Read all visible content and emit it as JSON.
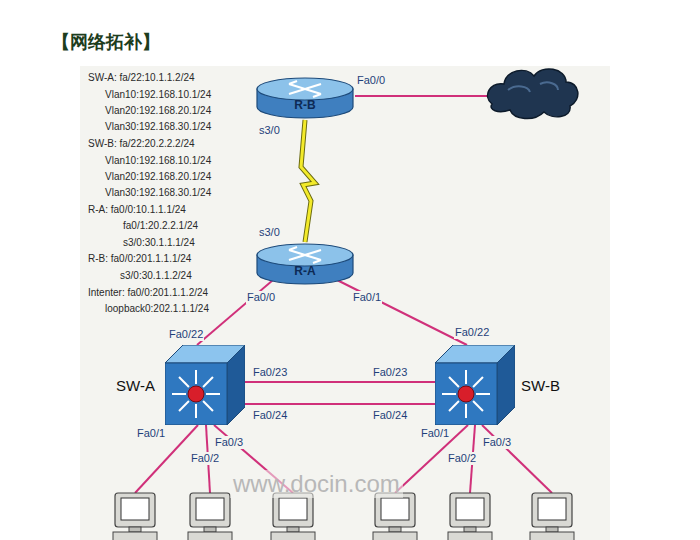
{
  "diagram": {
    "title": "【网络拓补】",
    "nodes": [
      {
        "text": [
          "R-B"
        ]
      },
      {
        "text": [
          "R-A"
        ]
      },
      {
        "text": [
          "SW-A"
        ]
      },
      {
        "text": [
          "SW-B"
        ]
      }
    ],
    "edges": [
      {
        "from": 0,
        "to": 1,
        "arrow": "none"
      },
      {
        "from": 1,
        "to": 2,
        "arrow": "none"
      },
      {
        "from": 1,
        "to": 3,
        "arrow": "none"
      },
      {
        "from": 2,
        "to": 3,
        "arrow": "none"
      },
      {
        "from": 2,
        "to": 3,
        "arrow": "none"
      }
    ],
    "labels": [
      "SW-A: fa/22:10.1.1.2/24",
      "Vlan10:192.168.10.1/24",
      "Vlan20:192.168.20.1/24",
      "Vlan30:192.168.30.1/24",
      "SW-B: fa/22:20.2.2.2/24",
      "Vlan10:192.168.10.1/24",
      "Vlan20:192.168.20.1/24",
      "Vlan30:192.168.30.1/24",
      "R-A: fa0/0:10.1.1.1/24",
      "fa0/1:20.2.2.1/24",
      "s3/0:30.1.1.1/24",
      "R-B: fa0/0:201.1.1.1/24",
      "s3/0:30.1.1.2/24",
      "Intenter: fa0/0:201.1.1.2/24",
      "loopback0:202.1.1.1/24",
      "Fa0/0",
      "s3/0",
      "s3/0",
      "Fa0/0",
      "Fa0/1",
      "Fa0/22",
      "Fa0/22",
      "Fa0/23",
      "Fa0/23",
      "Fa0/24",
      "Fa0/24",
      "Fa0/1",
      "Fa0/2",
      "Fa0/3",
      "Fa0/1",
      "Fa0/2",
      "Fa0/3",
      "www.docin.com"
    ]
  }
}
